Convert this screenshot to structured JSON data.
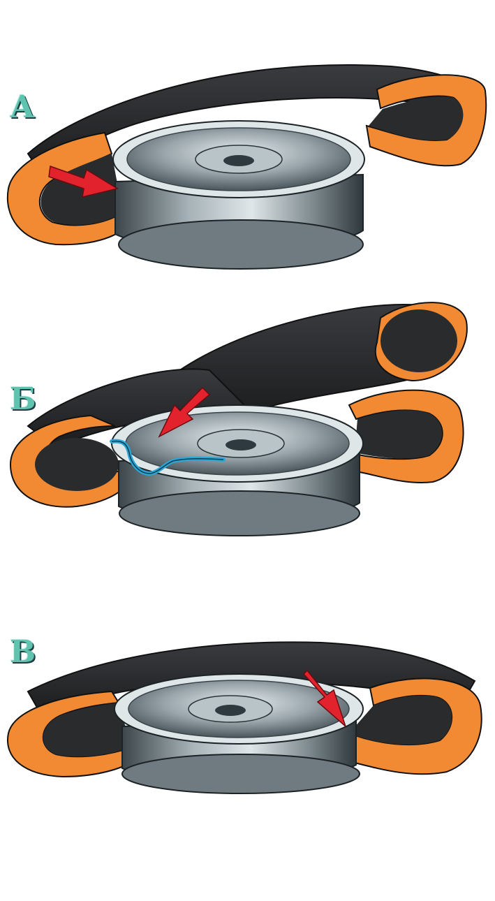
{
  "steps": [
    {
      "id": "a",
      "label": "А",
      "arrow": "at-bead-left"
    },
    {
      "id": "b",
      "label": "Б",
      "arrow": "at-valve-into-drop-center"
    },
    {
      "id": "c",
      "label": "В",
      "arrow": "at-bead-right"
    }
  ],
  "colors": {
    "tire_rubber": "#2a2b2d",
    "tire_cut_section": "#f28a33",
    "rim_steel": "#8d9aa1",
    "rim_highlight": "#e2e8ea",
    "arrow": "#e2232d",
    "tube_outline": "#2aa7d6",
    "label_fill": "#5fc3b0"
  },
  "icons": [
    "arrow-icon",
    "tire-section-icon",
    "wheel-rim-icon"
  ]
}
